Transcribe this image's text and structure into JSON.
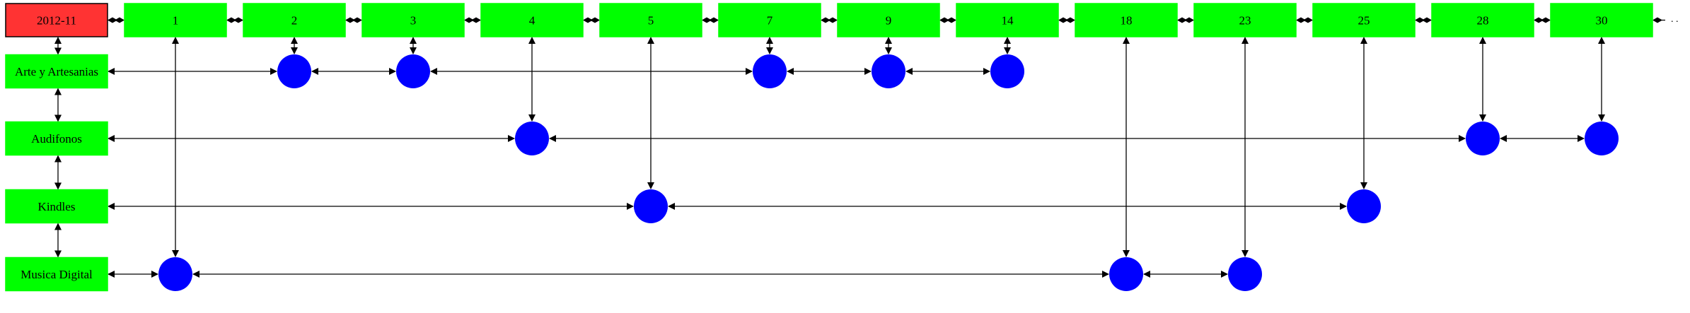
{
  "month": "2012-11",
  "days": [
    "1",
    "2",
    "3",
    "4",
    "5",
    "7",
    "9",
    "14",
    "18",
    "23",
    "25",
    "28",
    "30"
  ],
  "continuation": ". .",
  "categories": [
    "Arte y Artesanias",
    "Audifonos",
    "Kindles",
    "Musica Digital"
  ],
  "events": [
    {
      "day": "2",
      "category": "Arte y Artesanias"
    },
    {
      "day": "3",
      "category": "Arte y Artesanias"
    },
    {
      "day": "7",
      "category": "Arte y Artesanias"
    },
    {
      "day": "9",
      "category": "Arte y Artesanias"
    },
    {
      "day": "14",
      "category": "Arte y Artesanias"
    },
    {
      "day": "4",
      "category": "Audifonos"
    },
    {
      "day": "28",
      "category": "Audifonos"
    },
    {
      "day": "30",
      "category": "Audifonos"
    },
    {
      "day": "5",
      "category": "Kindles"
    },
    {
      "day": "25",
      "category": "Kindles"
    },
    {
      "day": "1",
      "category": "Musica Digital"
    },
    {
      "day": "18",
      "category": "Musica Digital"
    },
    {
      "day": "23",
      "category": "Musica Digital"
    }
  ],
  "colors": {
    "month_fill": "#ff3333",
    "day_fill": "#00ff00",
    "category_fill": "#00ff00",
    "event_fill": "#0000ff",
    "edge": "#000000"
  }
}
